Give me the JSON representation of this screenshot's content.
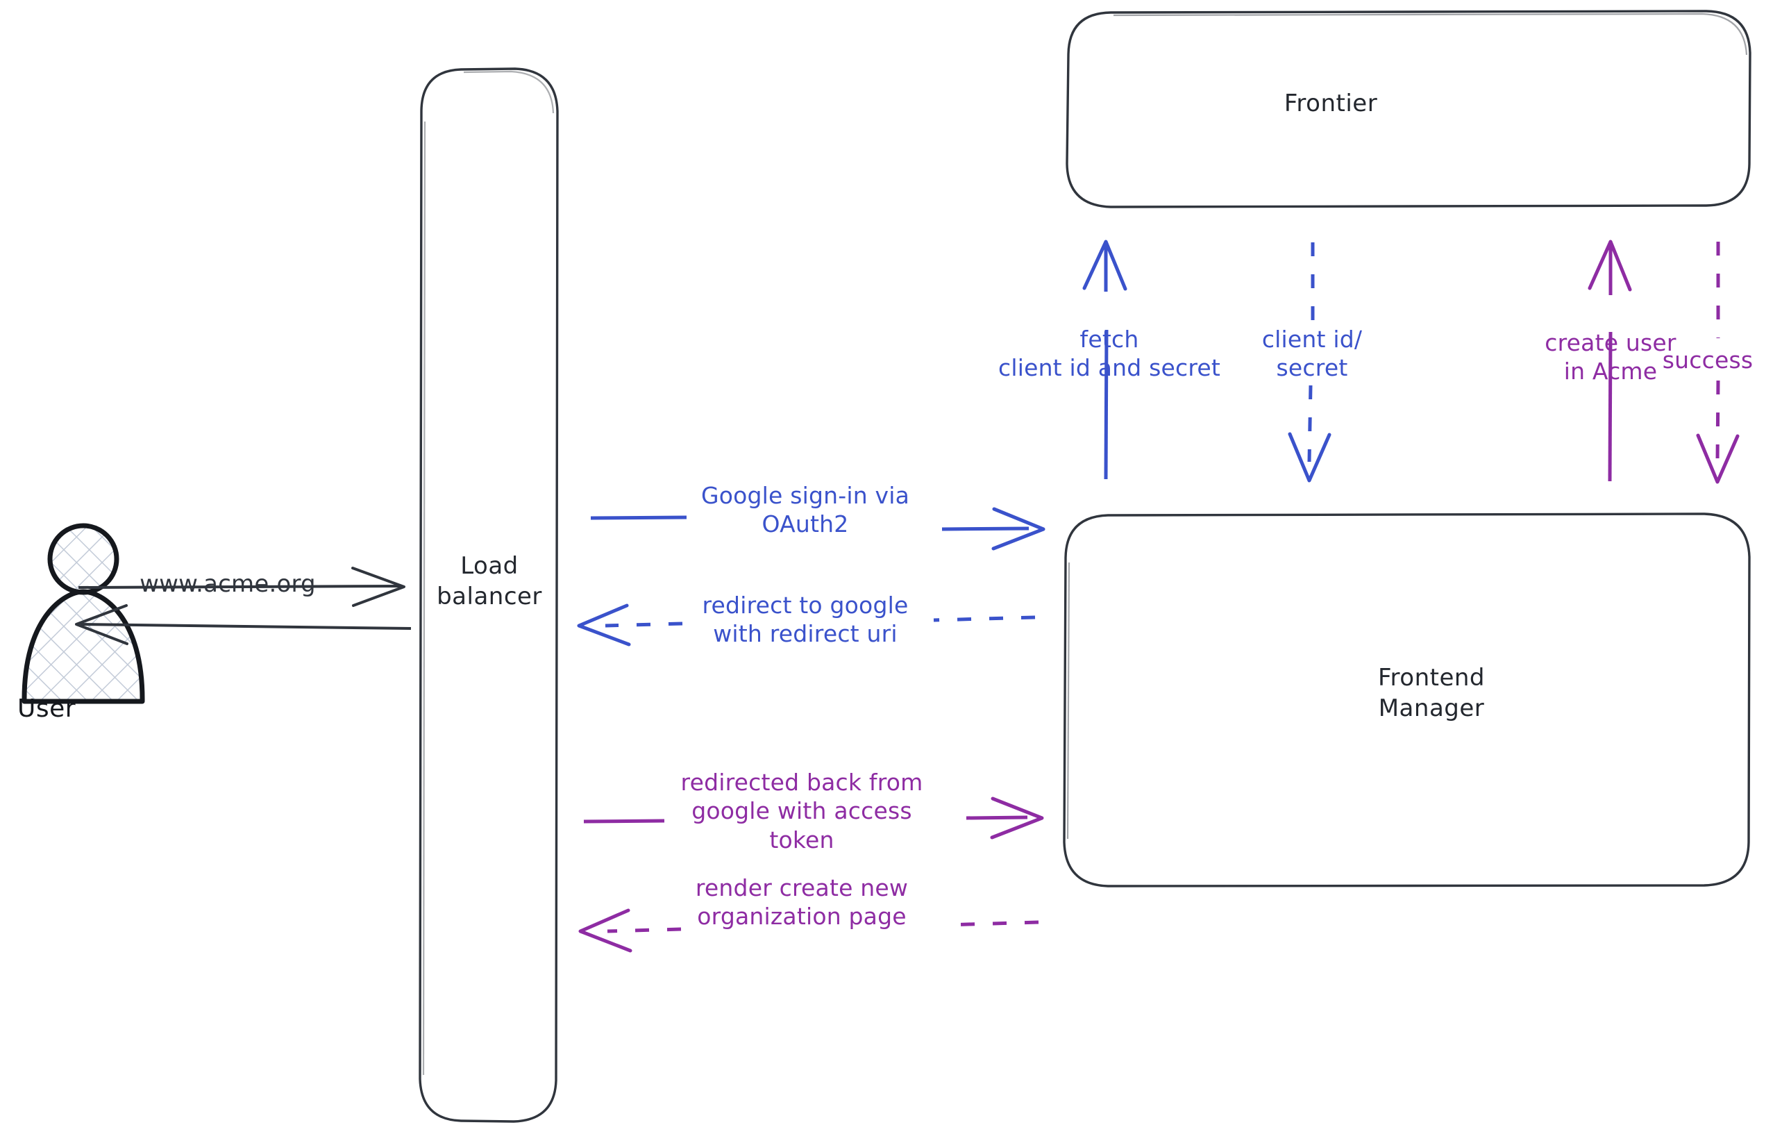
{
  "diagram": {
    "title": "Google OAuth2 sign-in sequence",
    "background": "#ffffff",
    "colors": {
      "stroke_dark": "#30353d",
      "blue": "#3a52cb",
      "purple": "#8e2ca3",
      "actor_fill_hatch": "#c3cbd8"
    },
    "nodes": [
      {
        "id": "user",
        "label": "User",
        "shape": "actor"
      },
      {
        "id": "load_balancer",
        "label": "Load\nbalancer",
        "shape": "rounded-rect"
      },
      {
        "id": "frontier",
        "label": "Frontier",
        "shape": "rounded-rect"
      },
      {
        "id": "frontend_manager",
        "label": "Frontend\nManager",
        "shape": "rounded-rect"
      }
    ],
    "edges": [
      {
        "id": "user-to-lb",
        "label": "www.acme.org",
        "color": "#30353d",
        "style": "solid",
        "direction": "right"
      },
      {
        "id": "lb-to-user",
        "label": "",
        "color": "#30353d",
        "style": "solid",
        "direction": "left"
      },
      {
        "id": "fetch-secret",
        "label": "fetch\nclient id and secret",
        "color": "#3a52cb",
        "style": "solid",
        "direction": "up"
      },
      {
        "id": "client-id-secret",
        "label": "client id/\nsecret",
        "color": "#3a52cb",
        "style": "dashed",
        "direction": "down"
      },
      {
        "id": "create-user",
        "label": "create user\nin Acme",
        "color": "#8e2ca3",
        "style": "solid",
        "direction": "up"
      },
      {
        "id": "success",
        "label": "success",
        "color": "#8e2ca3",
        "style": "dashed",
        "direction": "down"
      },
      {
        "id": "google-signin",
        "label": "Google sign-in via\nOAuth2",
        "color": "#3a52cb",
        "style": "solid",
        "direction": "right"
      },
      {
        "id": "redirect-google",
        "label": "redirect to google\nwith redirect uri",
        "color": "#3a52cb",
        "style": "dashed",
        "direction": "left"
      },
      {
        "id": "redirected-back",
        "label": "redirected back from\ngoogle with access\ntoken",
        "color": "#8e2ca3",
        "style": "solid",
        "direction": "right"
      },
      {
        "id": "render-create-org",
        "label": "render create new\norganization page",
        "color": "#8e2ca3",
        "style": "dashed",
        "direction": "left"
      }
    ]
  }
}
